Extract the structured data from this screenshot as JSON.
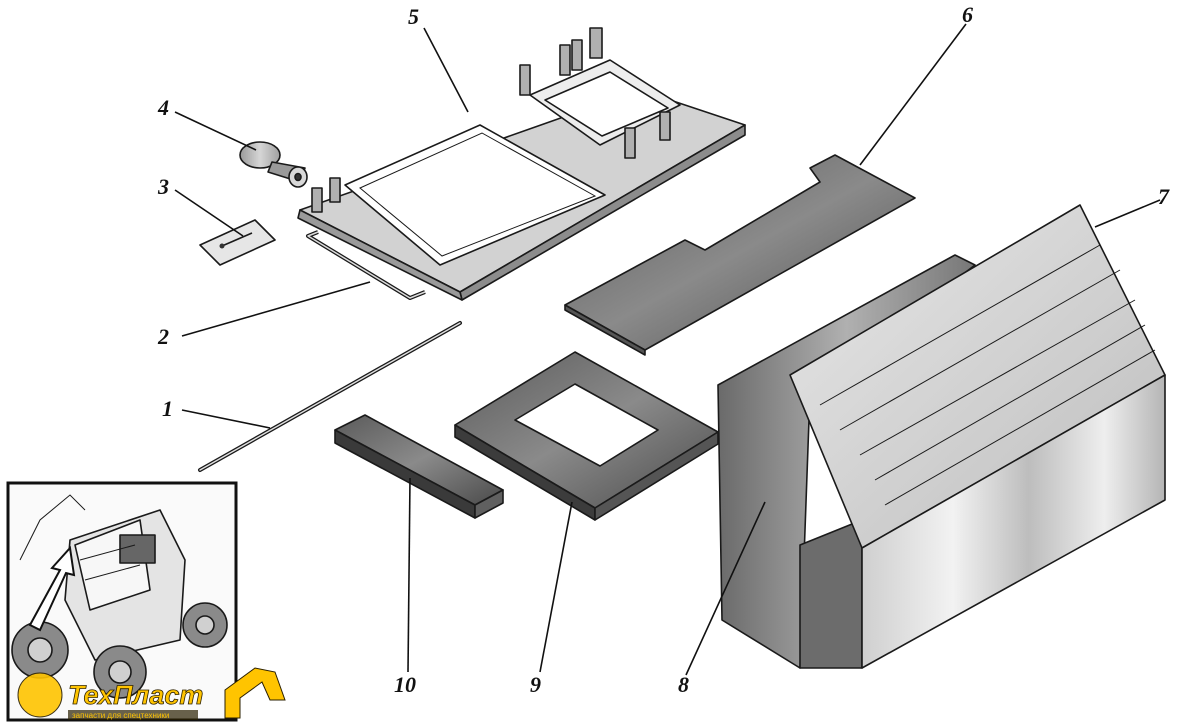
{
  "diagram": {
    "part_numbers": [
      "1",
      "2",
      "3",
      "4",
      "5",
      "6",
      "7",
      "8",
      "9",
      "10"
    ]
  },
  "watermark": {
    "brand": "ТехПласт",
    "tagline": "запчасти для спецтехники"
  }
}
